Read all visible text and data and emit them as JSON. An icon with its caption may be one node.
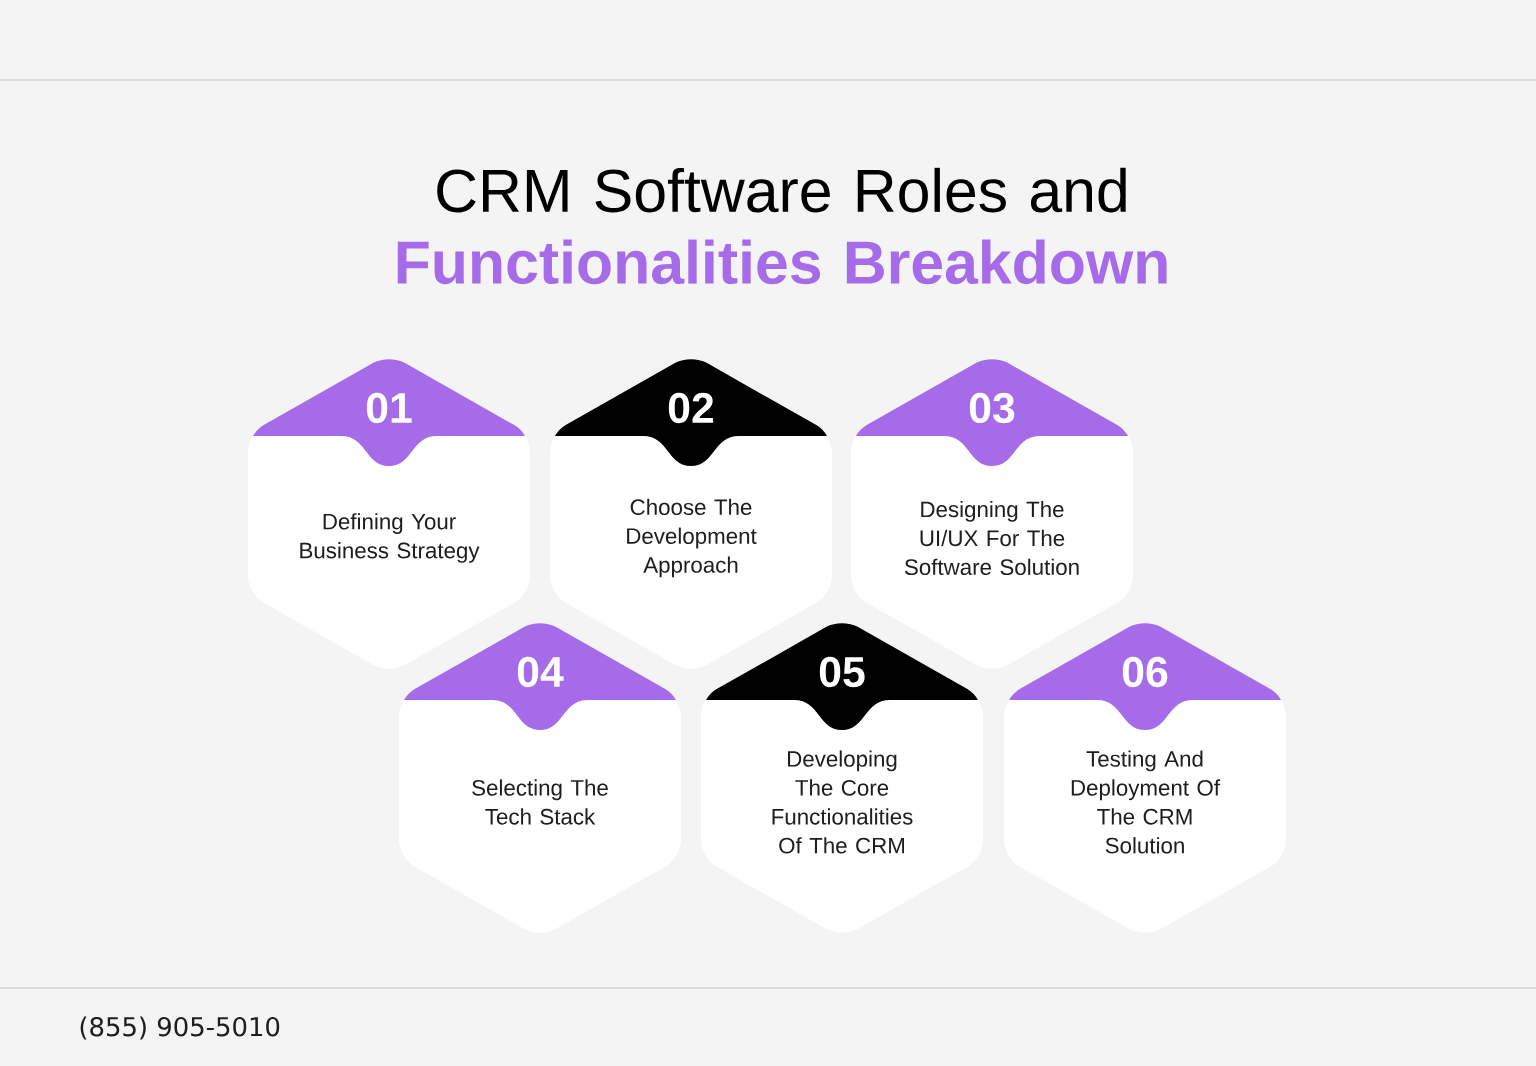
{
  "diagram": {
    "title": "CRM Software Roles and **Functionalities Breakdown**",
    "nodes": [
      {
        "text": [
          "01",
          "Defining Your Business Strategy"
        ]
      },
      {
        "text": [
          "02",
          "Choose The Development Approach"
        ]
      },
      {
        "text": [
          "03",
          "Designing The UI/UX For The Software Solution"
        ]
      },
      {
        "text": [
          "04",
          "Selecting The Tech Stack"
        ]
      },
      {
        "text": [
          "05",
          "Developing The Core Functionalities Of The CRM"
        ]
      },
      {
        "text": [
          "06",
          "Testing And Deployment Of The CRM Solution"
        ]
      }
    ],
    "labels": [
      "(855) 905-5010"
    ]
  }
}
